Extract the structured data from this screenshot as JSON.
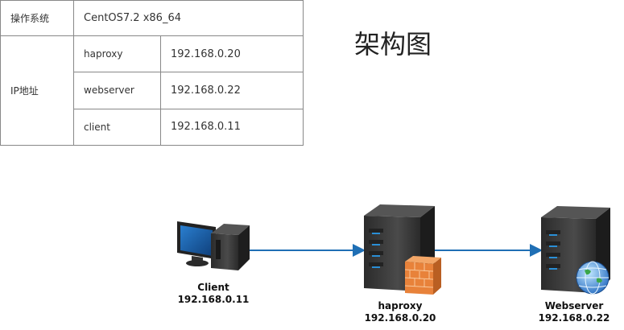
{
  "title": "架构图",
  "table": {
    "os_label": "操作系统",
    "os_value": "CentOS7.2 x86_64",
    "ip_label": "IP地址",
    "rows": [
      {
        "name": "haproxy",
        "ip": "192.168.0.20"
      },
      {
        "name": "webserver",
        "ip": "192.168.0.22"
      },
      {
        "name": "client",
        "ip": "192.168.0.11"
      }
    ]
  },
  "nodes": {
    "client": {
      "name": "Client",
      "ip": "192.168.0.11"
    },
    "haproxy": {
      "name": "haproxy",
      "ip": "192.168.0.20"
    },
    "webserver": {
      "name": "Webserver",
      "ip": "192.168.0.22"
    }
  },
  "colors": {
    "arrow": "#1f6fb5",
    "server_body": "#3a3a3a",
    "server_led": "#2a8fd6",
    "firewall": "#e8823a",
    "monitor_screen": "#1a5fa8"
  }
}
